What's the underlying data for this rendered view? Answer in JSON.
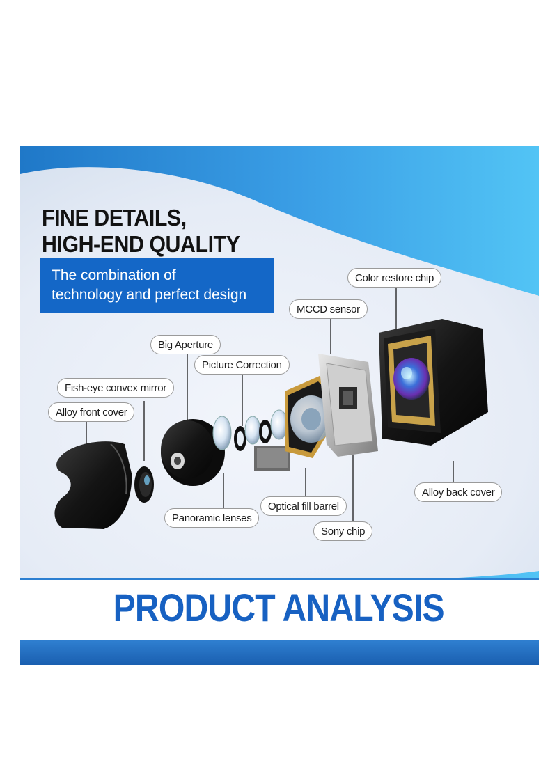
{
  "headline": {
    "line1": "FINE DETAILS,",
    "line2": "HIGH-END QUALITY"
  },
  "tagline": {
    "line1": "The combination of",
    "line2": "technology and perfect design"
  },
  "labels": {
    "color_restore_chip": "Color restore chip",
    "mccd_sensor": "MCCD sensor",
    "big_aperture": "Big Aperture",
    "picture_correction": "Picture Correction",
    "fish_eye_convex_mirror": "Fish-eye convex mirror",
    "alloy_front_cover": "Alloy front cover",
    "alloy_back_cover": "Alloy back cover",
    "optical_fill_barrel": "Optical fill barrel",
    "panoramic_lenses": "Panoramic lenses",
    "sony_chip": "Sony chip"
  },
  "footer": {
    "title": "PRODUCT ANALYSIS"
  },
  "colors": {
    "brand_blue": "#1761c2",
    "tag_blue": "#1467c7",
    "panel_light": "#e8eef7"
  }
}
